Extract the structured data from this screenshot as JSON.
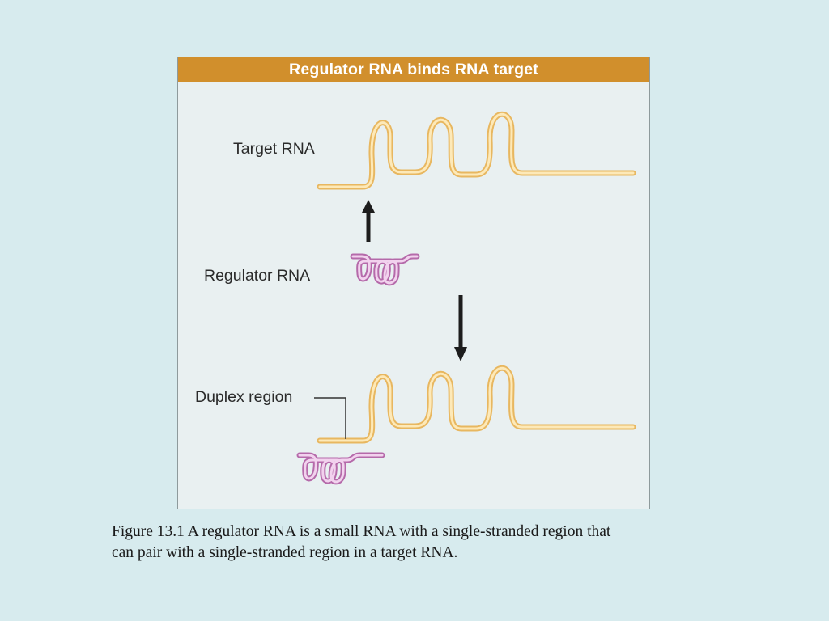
{
  "figure": {
    "title": "Regulator RNA binds RNA target",
    "labels": {
      "target_rna": "Target RNA",
      "regulator_rna": "Regulator RNA",
      "duplex_region": "Duplex region"
    }
  },
  "caption": {
    "line1": "Figure 13.1  A regulator RNA is a small RNA with a single-stranded region that",
    "line2": "can pair with a single-stranded region in a target RNA."
  },
  "colors": {
    "background": "#d7ebee",
    "panel": "#e9f0f1",
    "header": "#d18f2c",
    "target_rna_outline": "#e8b760",
    "target_rna_fill": "#fde9b8",
    "regulator_rna_outline": "#b56aaa",
    "regulator_rna_fill": "#f2d2ee",
    "arrow": "#1d1d1d"
  },
  "icons": {
    "up_arrow": "arrow-up-icon",
    "down_arrow": "arrow-down-icon"
  }
}
